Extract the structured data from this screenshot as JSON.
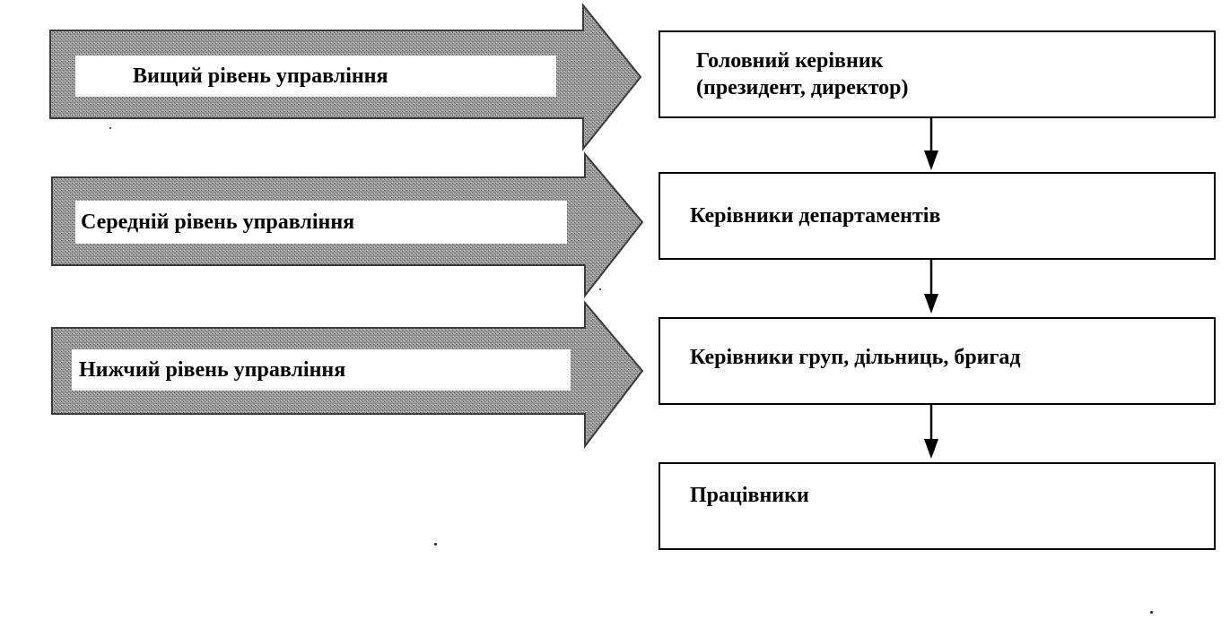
{
  "levels": [
    {
      "label": "Вищий рівень управління"
    },
    {
      "label": "Середній рівень управління"
    },
    {
      "label": "Нижчий рівень управління"
    }
  ],
  "hierarchy": [
    {
      "line1": "Головний керівник",
      "line2": "(президент, директор)"
    },
    {
      "line1": "Керівники департаментів"
    },
    {
      "line1": "Керівники груп, дільниць, бригад"
    },
    {
      "line1": "Працівники"
    }
  ],
  "colors": {
    "arrow_fill": "#8f8f8f",
    "arrow_dark": "#5a5a5a",
    "border": "#000000",
    "box_fill": "#ffffff"
  }
}
